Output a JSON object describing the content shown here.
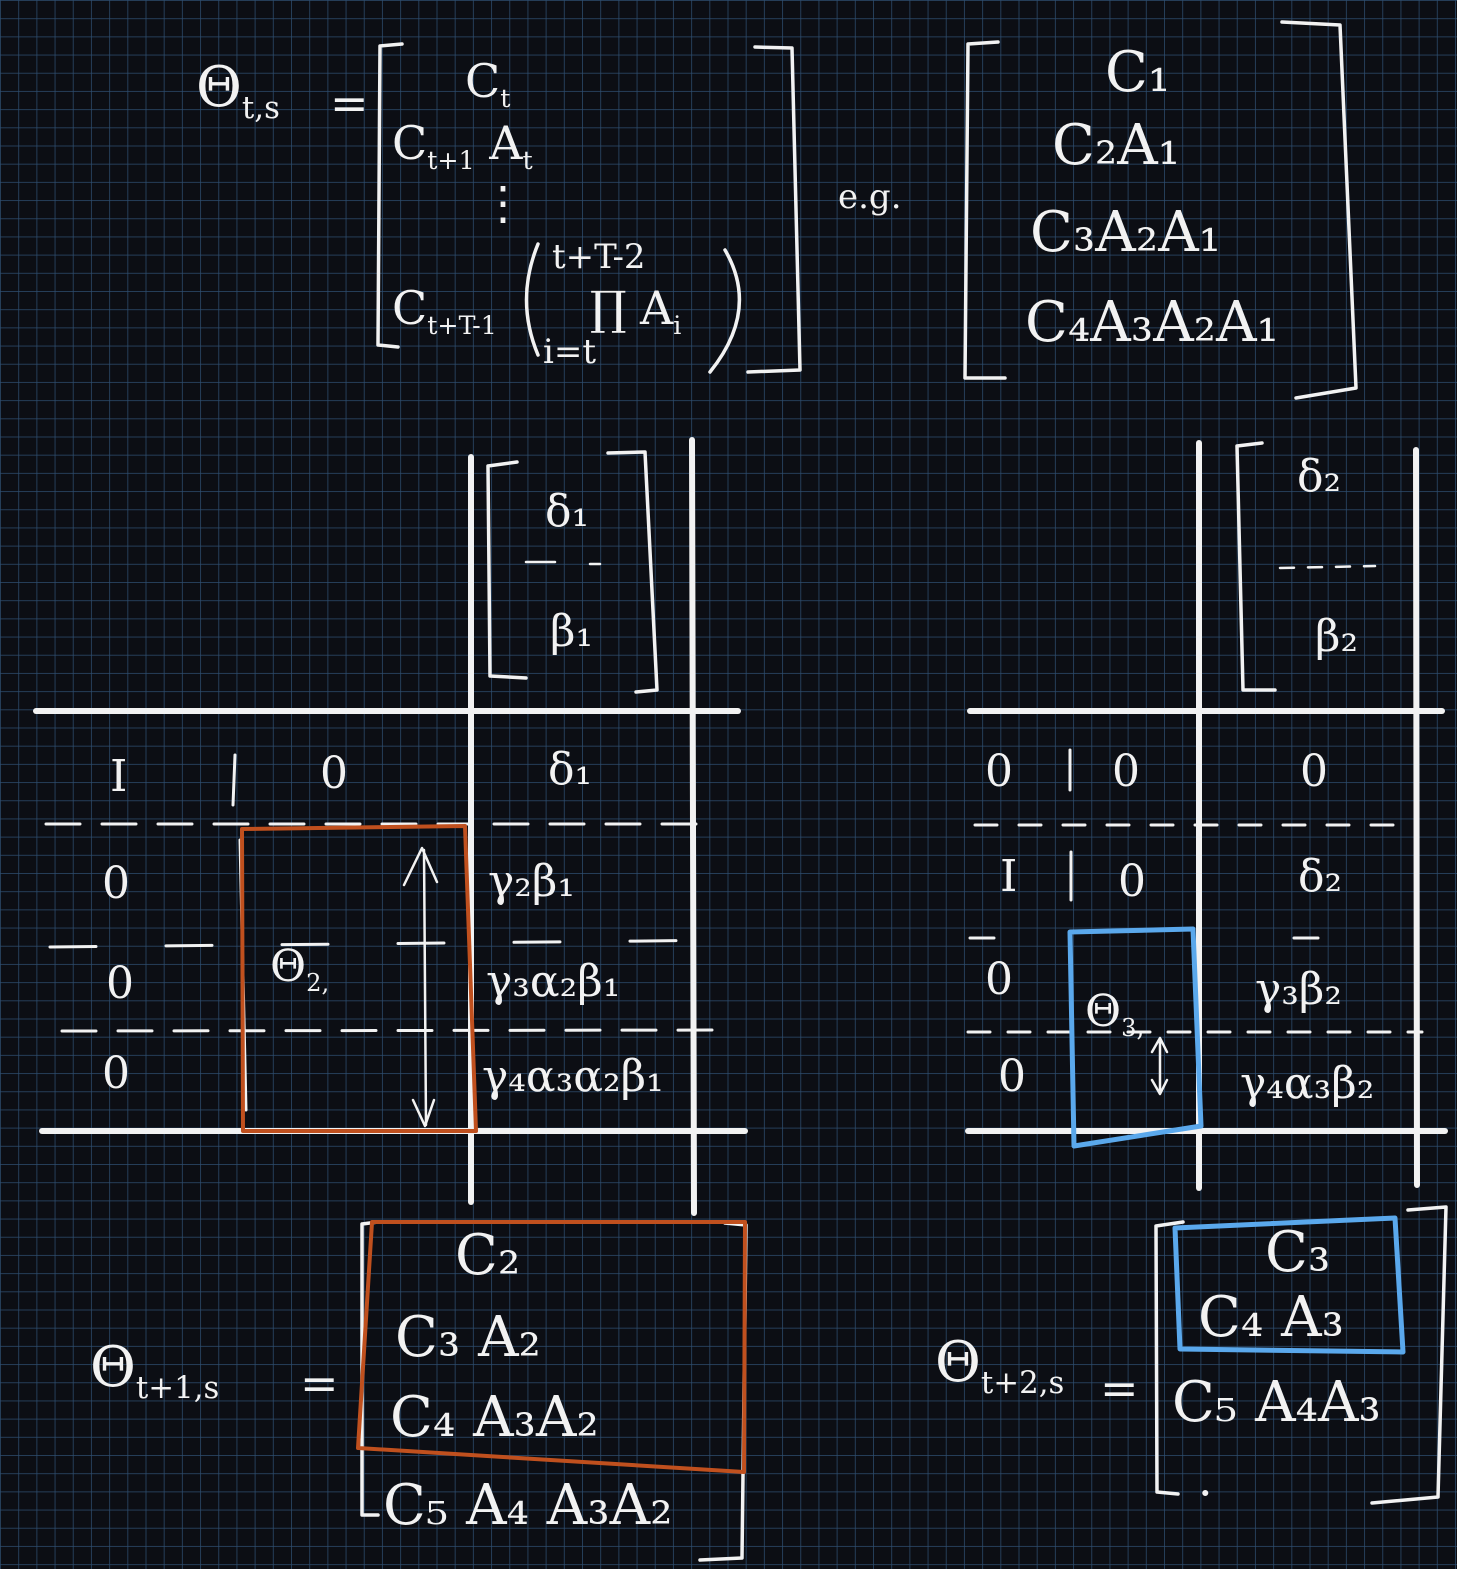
{
  "theta_def": {
    "lhs": "Θ",
    "lhs_sub": "t,s",
    "equals": "=",
    "rows": [
      {
        "main": "C",
        "sub": "t",
        "rest": ""
      },
      {
        "main": "C",
        "sub": "t+1",
        "rest": "A",
        "rest_sub": "t"
      },
      {
        "main": "⋮",
        "sub": "",
        "rest": ""
      },
      {
        "main": "C",
        "sub": "t+T-1",
        "prod_upper": "t+T-2",
        "prod_lower": "i=t",
        "prod": "∏",
        "rest": "A",
        "rest_sub": "i"
      }
    ]
  },
  "example": {
    "label": "e.g.",
    "rows": [
      "C₁",
      "C₂A₁",
      "C₃A₂A₁",
      "C₄A₃A₂A₁"
    ]
  },
  "block1": {
    "header_vec": [
      "δ₁",
      "β₁"
    ],
    "left_rows": [
      [
        "I",
        "|",
        "0"
      ],
      [
        "0",
        "",
        ""
      ],
      [
        "0",
        "",
        ""
      ],
      [
        "0",
        "",
        ""
      ]
    ],
    "right_col": [
      "δ₁",
      "γ₂β₁",
      "γ₃α₂β₁",
      "γ₄α₃α₂β₁"
    ],
    "boxed_label": "Θ",
    "boxed_sub": "2,"
  },
  "block2": {
    "header_vec": [
      "δ₂",
      "β₂"
    ],
    "left_rows": [
      [
        "0",
        "|",
        "0"
      ],
      [
        "I",
        "|",
        "0"
      ],
      [
        "0",
        "",
        ""
      ],
      [
        "0",
        "",
        ""
      ]
    ],
    "right_col": [
      "0",
      "δ₂",
      "γ₃β₂",
      "γ₄α₃β₂"
    ],
    "boxed_label": "Θ",
    "boxed_sub": "3,"
  },
  "theta_t1": {
    "lhs": "Θ",
    "lhs_sub": "t+1,s",
    "equals": "=",
    "rows": [
      "C₂",
      "C₃  A₂",
      "C₄ A₃A₂",
      "C₅ A₄ A₃A₂"
    ]
  },
  "theta_t2": {
    "lhs": "Θ",
    "lhs_sub": "t+2,s",
    "equals": "=",
    "rows": [
      "C₃",
      "C₄  A₃",
      "C₅ A₄A₃",
      "·"
    ]
  },
  "colors": {
    "ink": "#f2f2f2",
    "orange": "#c0501e",
    "blue": "#5aa8ec",
    "grid": "#2e4e70",
    "background": "#0c0e14"
  }
}
